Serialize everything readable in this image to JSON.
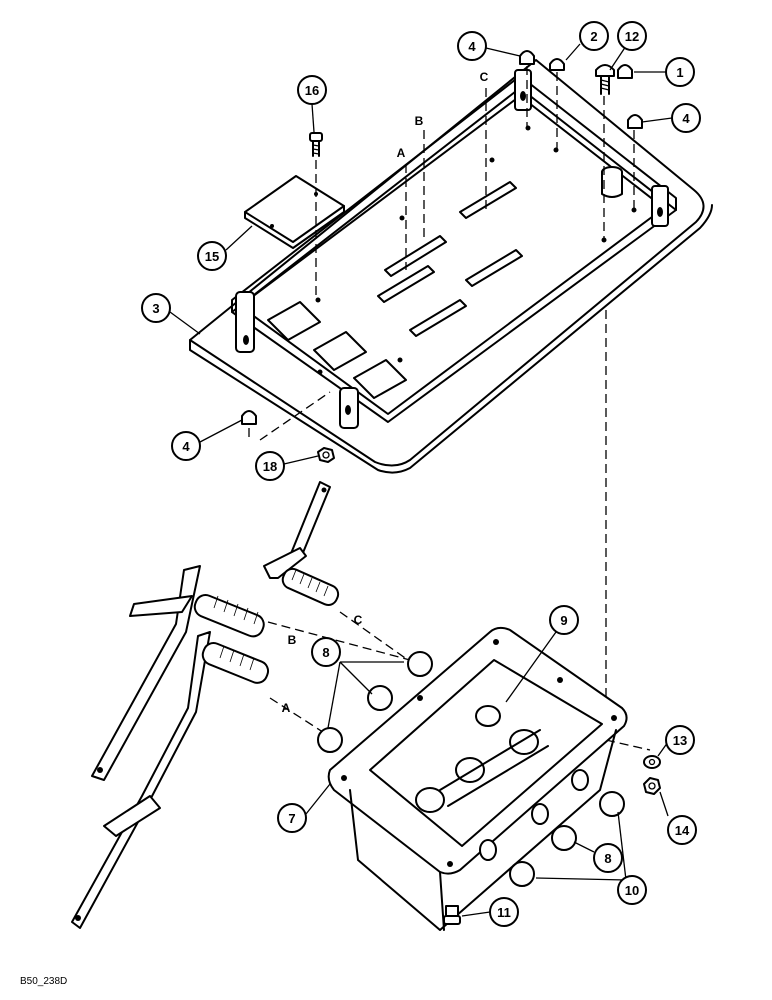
{
  "callouts": [
    {
      "num": "1"
    },
    {
      "num": "2"
    },
    {
      "num": "3"
    },
    {
      "num": "4"
    },
    {
      "num": "4"
    },
    {
      "num": "4"
    },
    {
      "num": "7"
    },
    {
      "num": "8"
    },
    {
      "num": "8"
    },
    {
      "num": "9"
    },
    {
      "num": "10"
    },
    {
      "num": "11"
    },
    {
      "num": "12"
    },
    {
      "num": "13"
    },
    {
      "num": "14"
    },
    {
      "num": "15"
    },
    {
      "num": "16"
    },
    {
      "num": "18"
    }
  ],
  "path_labels": {
    "a": "A",
    "b": "B",
    "c": "C"
  },
  "reference": "B50_238D"
}
